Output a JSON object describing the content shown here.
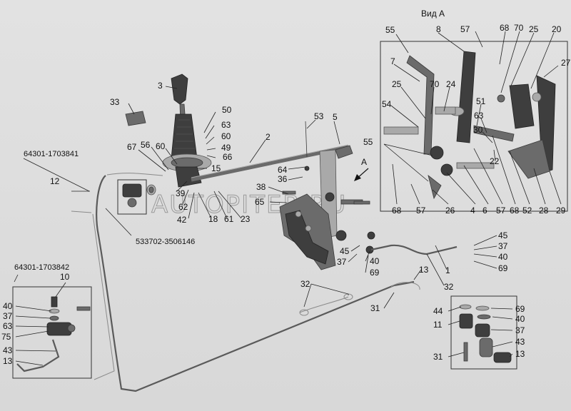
{
  "view_title": "Вид А",
  "view_marker": "А",
  "watermark": "AUTOPITER.RU",
  "codes": {
    "hose_top": "64301-1703841",
    "hose_left": "64301-1703842",
    "cable": "533702-3506146"
  },
  "callouts": [
    {
      "id": "c55a",
      "text": "55"
    },
    {
      "id": "c8",
      "text": "8"
    },
    {
      "id": "c57a",
      "text": "57"
    },
    {
      "id": "c68a",
      "text": "68"
    },
    {
      "id": "c70a",
      "text": "70"
    },
    {
      "id": "c25a",
      "text": "25"
    },
    {
      "id": "c20",
      "text": "20"
    },
    {
      "id": "c27",
      "text": "27"
    },
    {
      "id": "c7",
      "text": "7"
    },
    {
      "id": "c25b",
      "text": "25"
    },
    {
      "id": "c70b",
      "text": "70"
    },
    {
      "id": "c24",
      "text": "24"
    },
    {
      "id": "c54",
      "text": "54"
    },
    {
      "id": "c51",
      "text": "51"
    },
    {
      "id": "c63a",
      "text": "63"
    },
    {
      "id": "c30",
      "text": "30"
    },
    {
      "id": "c22",
      "text": "22"
    },
    {
      "id": "c55b",
      "text": "55"
    },
    {
      "id": "c68b",
      "text": "68"
    },
    {
      "id": "c57b",
      "text": "57"
    },
    {
      "id": "c26",
      "text": "26"
    },
    {
      "id": "c4",
      "text": "4"
    },
    {
      "id": "c6",
      "text": "6"
    },
    {
      "id": "c57c",
      "text": "57"
    },
    {
      "id": "c68c",
      "text": "68"
    },
    {
      "id": "c52",
      "text": "52"
    },
    {
      "id": "c28",
      "text": "28"
    },
    {
      "id": "c29",
      "text": "29"
    },
    {
      "id": "c3",
      "text": "3"
    },
    {
      "id": "c33",
      "text": "33"
    },
    {
      "id": "c50",
      "text": "50"
    },
    {
      "id": "c63b",
      "text": "63"
    },
    {
      "id": "c60a",
      "text": "60"
    },
    {
      "id": "c49",
      "text": "49"
    },
    {
      "id": "c66",
      "text": "66"
    },
    {
      "id": "c2",
      "text": "2"
    },
    {
      "id": "c67",
      "text": "67"
    },
    {
      "id": "c56",
      "text": "56"
    },
    {
      "id": "c60b",
      "text": "60"
    },
    {
      "id": "c15",
      "text": "15"
    },
    {
      "id": "c53",
      "text": "53"
    },
    {
      "id": "c5",
      "text": "5"
    },
    {
      "id": "c64",
      "text": "64"
    },
    {
      "id": "c36",
      "text": "36"
    },
    {
      "id": "c12",
      "text": "12"
    },
    {
      "id": "c39",
      "text": "39"
    },
    {
      "id": "c62",
      "text": "62"
    },
    {
      "id": "c42",
      "text": "42"
    },
    {
      "id": "c18",
      "text": "18"
    },
    {
      "id": "c61",
      "text": "61"
    },
    {
      "id": "c23",
      "text": "23"
    },
    {
      "id": "c38",
      "text": "38"
    },
    {
      "id": "c65",
      "text": "65"
    },
    {
      "id": "c45a",
      "text": "45"
    },
    {
      "id": "c37a",
      "text": "37"
    },
    {
      "id": "c40a",
      "text": "40"
    },
    {
      "id": "c69a",
      "text": "69"
    },
    {
      "id": "c45b",
      "text": "45"
    },
    {
      "id": "c37b",
      "text": "37"
    },
    {
      "id": "c40b",
      "text": "40"
    },
    {
      "id": "c69b",
      "text": "69"
    },
    {
      "id": "c1",
      "text": "1"
    },
    {
      "id": "c13a",
      "text": "13"
    },
    {
      "id": "c32a",
      "text": "32"
    },
    {
      "id": "c32b",
      "text": "32"
    },
    {
      "id": "c31a",
      "text": "31"
    },
    {
      "id": "c10",
      "text": "10"
    },
    {
      "id": "c40c",
      "text": "40"
    },
    {
      "id": "c37c",
      "text": "37"
    },
    {
      "id": "c63c",
      "text": "63"
    },
    {
      "id": "c75",
      "text": "75"
    },
    {
      "id": "c43a",
      "text": "43"
    },
    {
      "id": "c13b",
      "text": "13"
    },
    {
      "id": "c44",
      "text": "44"
    },
    {
      "id": "c69c",
      "text": "69"
    },
    {
      "id": "c11",
      "text": "11"
    },
    {
      "id": "c40d",
      "text": "40"
    },
    {
      "id": "c37d",
      "text": "37"
    },
    {
      "id": "c43b",
      "text": "43"
    },
    {
      "id": "c31b",
      "text": "31"
    },
    {
      "id": "c13c",
      "text": "13"
    }
  ]
}
